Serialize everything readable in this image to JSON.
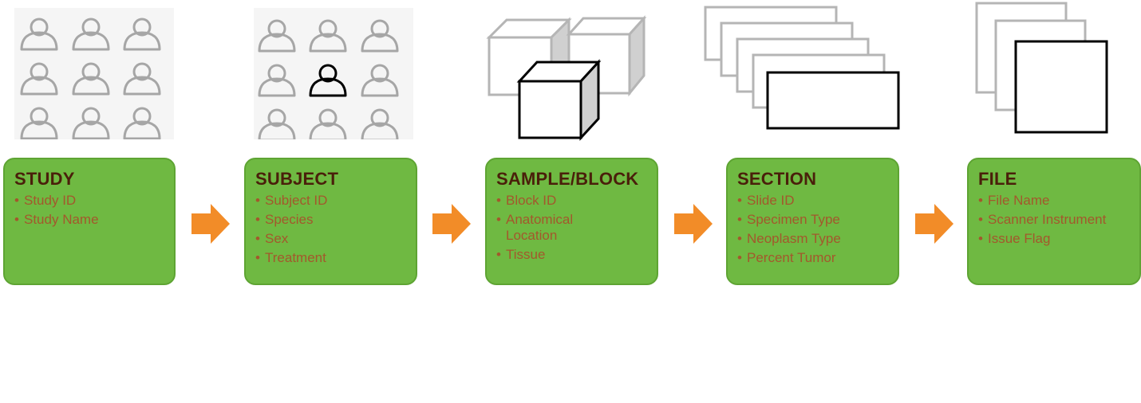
{
  "stages": [
    {
      "title": "STUDY",
      "items": [
        "Study ID",
        "Study Name"
      ]
    },
    {
      "title": "SUBJECT",
      "items": [
        "Subject ID",
        "Species",
        "Sex",
        "Treatment"
      ]
    },
    {
      "title": "SAMPLE/BLOCK",
      "items": [
        "Block ID",
        "Anatomical Location",
        "Tissue"
      ]
    },
    {
      "title": "SECTION",
      "items": [
        "Slide ID",
        "Specimen Type",
        "Neoplasm Type",
        "Percent Tumor"
      ]
    },
    {
      "title": "FILE",
      "items": [
        "File Name",
        "Scanner Instrument",
        "Issue Flag"
      ]
    }
  ],
  "icons": {
    "study": "people-grid-icon",
    "subject": "selected-person-grid-icon",
    "sample": "stacked-cubes-icon",
    "section": "stacked-slides-icon",
    "file": "stacked-files-icon",
    "arrow": "arrow-right-icon"
  },
  "colors": {
    "box_fill": "#6fb942",
    "title_text": "#4a1f0a",
    "item_text": "#a3582c",
    "arrow": "#f28c28",
    "icon_gray": "#a6a6a6",
    "icon_black": "#000000"
  }
}
